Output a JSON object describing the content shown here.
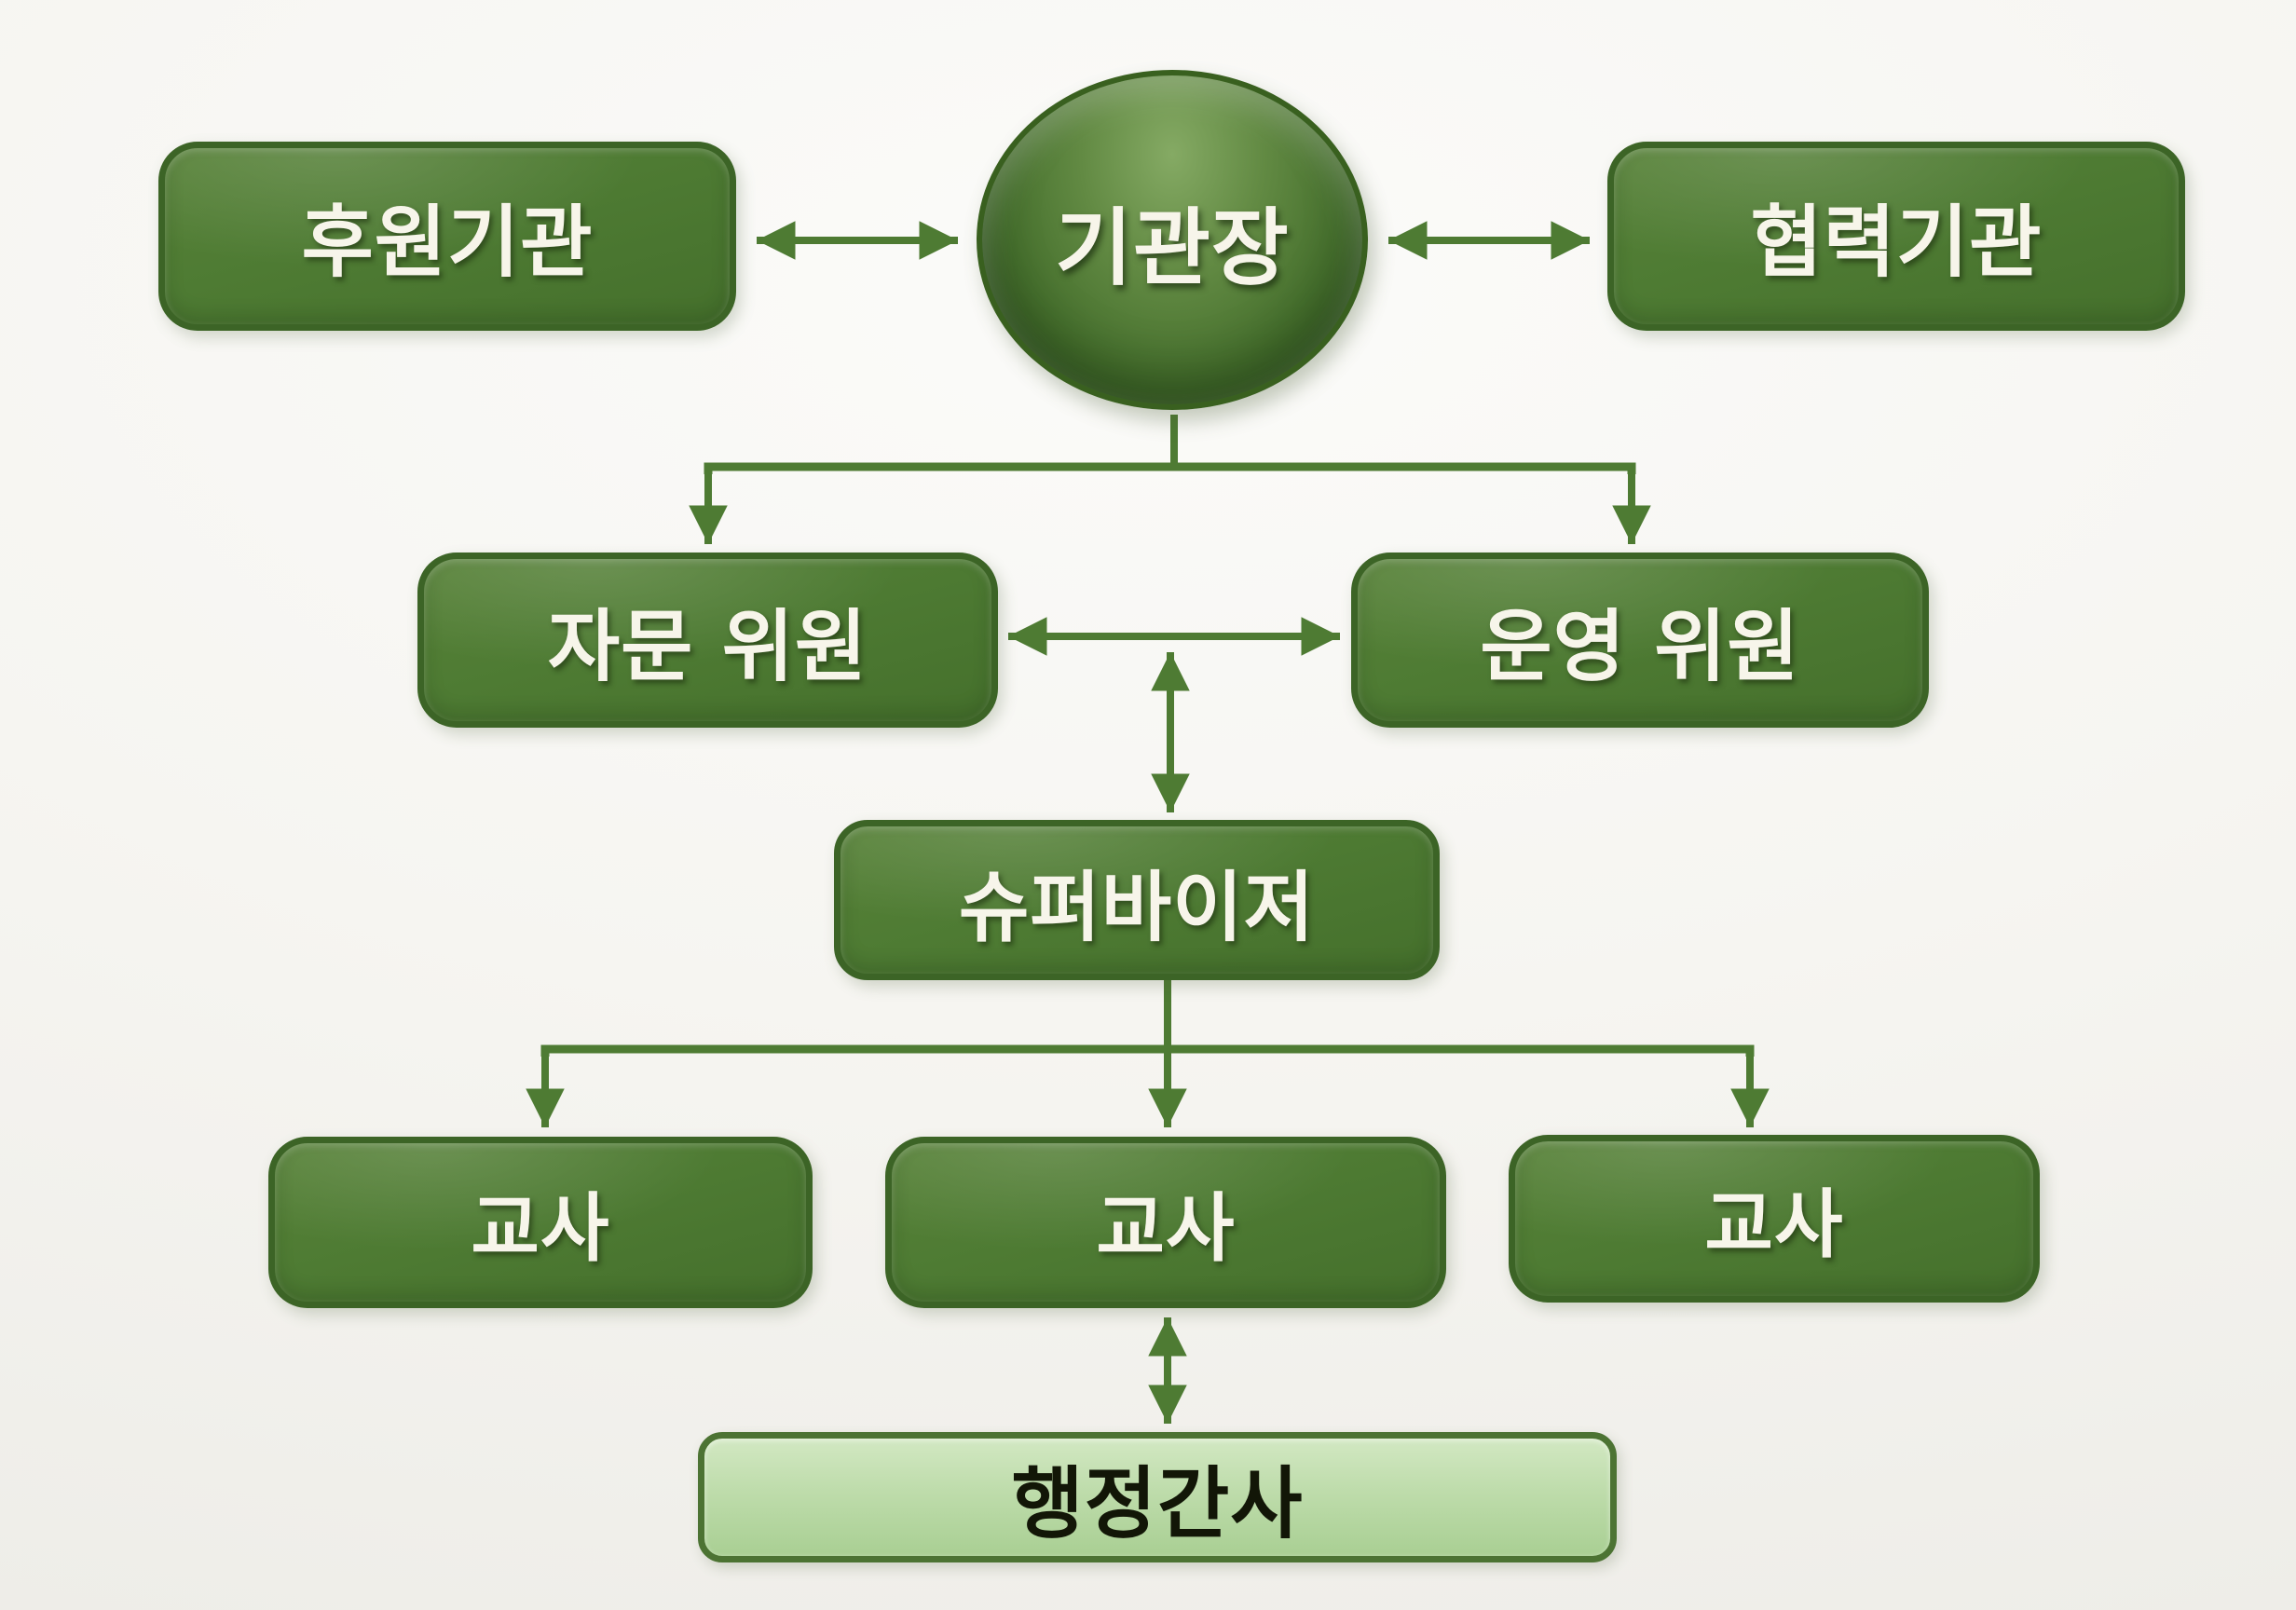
{
  "nodes": {
    "director": {
      "label": "기관장"
    },
    "sponsor": {
      "label": "후원기관"
    },
    "partner": {
      "label": "협력기관"
    },
    "advisory": {
      "label": "자문 위원"
    },
    "steering": {
      "label": "운영 위원"
    },
    "supervisor": {
      "label": "슈퍼바이저"
    },
    "teacher_left": {
      "label": "교사"
    },
    "teacher_center": {
      "label": "교사"
    },
    "teacher_right": {
      "label": "교사"
    },
    "admin_secretary": {
      "label": "행정간사"
    }
  },
  "colors": {
    "background": "#f6f5f1",
    "box_fill": "#4e7b33",
    "box_border": "#3c6426",
    "node_text": "#f7f5ea",
    "light_fill": "#bedcab",
    "light_box_border": "#4c7333",
    "light_box_text": "#121607",
    "arrow": "#4e7b33"
  }
}
